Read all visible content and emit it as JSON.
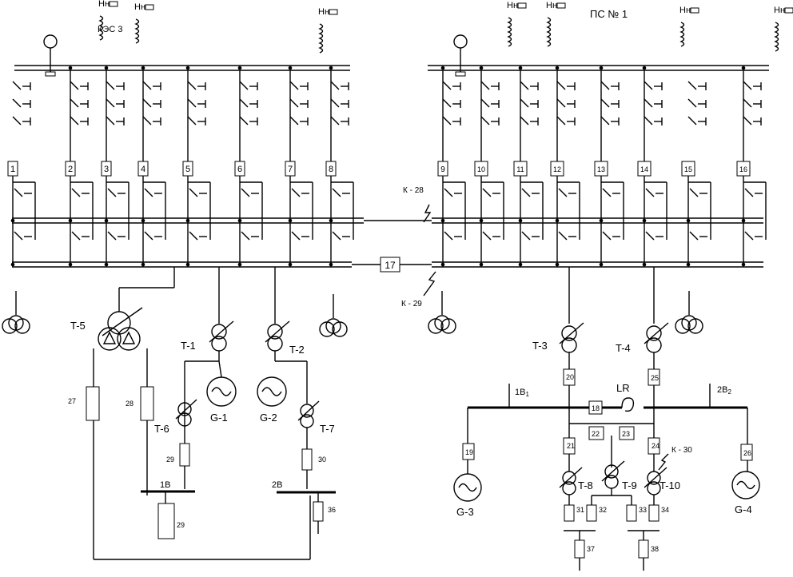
{
  "title_ps": "ПС № 1",
  "title_kes": "КЭС 3",
  "feeders_left": [
    "1",
    "2",
    "3",
    "4",
    "5",
    "6",
    "7",
    "8"
  ],
  "feeders_right": [
    "9",
    "10",
    "11",
    "12",
    "13",
    "14",
    "15",
    "16"
  ],
  "sectional": "17",
  "faults": {
    "k28": "К - 28",
    "k29": "К - 29",
    "k30": "К - 30"
  },
  "transformers": {
    "t1": "T-1",
    "t2": "T-2",
    "t3": "T-3",
    "t4": "T-4",
    "t5": "T-5",
    "t6": "T-6",
    "t7": "T-7",
    "t8": "T-8",
    "t9": "T-9",
    "t10": "T-10"
  },
  "generators": {
    "g1": "G-1",
    "g2": "G-2",
    "g3": "G-3",
    "g4": "G-4"
  },
  "buses": {
    "b1": "1B",
    "b2": "2B",
    "b1b": "1B",
    "b1sub": "1",
    "b2b": "2B",
    "b2sub": "2"
  },
  "reactor": "LR",
  "ntag": "Нн",
  "lines": {
    "l18": "18",
    "l19": "19",
    "l20": "20",
    "l21": "21",
    "l22": "22",
    "l23": "23",
    "l24": "24",
    "l25": "25",
    "l26": "26",
    "l27": "27",
    "l28": "28",
    "l29a": "29",
    "l29b": "29",
    "l30": "30",
    "l31": "31",
    "l32": "32",
    "l33": "33",
    "l34": "34",
    "l36": "36",
    "l37": "37",
    "l38": "38"
  }
}
